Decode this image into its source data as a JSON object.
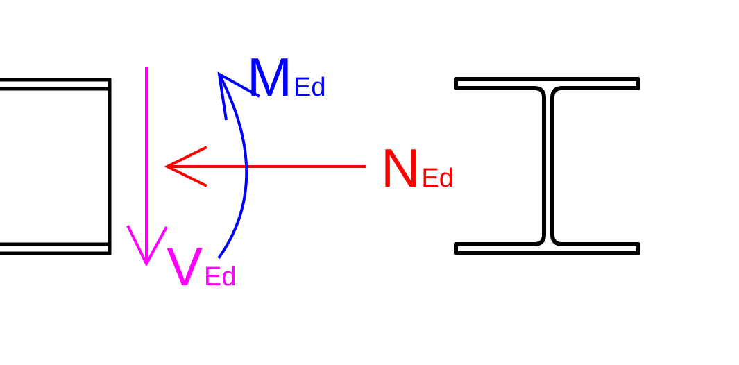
{
  "labels": {
    "moment": {
      "main": "M",
      "sub": "Ed"
    },
    "axial": {
      "main": "N",
      "sub": "Ed"
    },
    "shear": {
      "main": "V",
      "sub": "Ed"
    }
  },
  "colors": {
    "moment": "#0000ff",
    "axial": "#ff0000",
    "shear": "#ff00ff",
    "section": "#000000"
  }
}
